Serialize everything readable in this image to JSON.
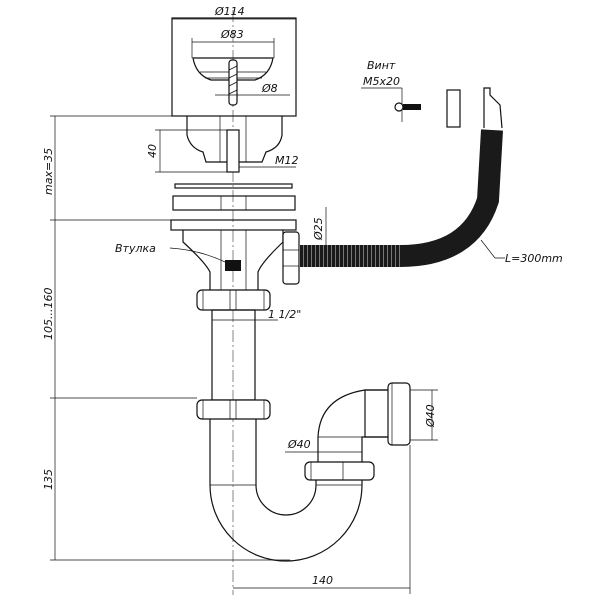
{
  "labels": {
    "d114": "Ø114",
    "d83": "Ø83",
    "d8": "Ø8",
    "screw_title": "Винт",
    "screw_size": "M5x20",
    "d40_nut": "40",
    "m12": "M12",
    "d25": "Ø25",
    "hose_length": "L=300mm",
    "bushing": "Втулка",
    "thread": "1 1/2\"",
    "max35": "max=35",
    "range": "105...160",
    "h135": "135",
    "d40_outlet": "Ø40",
    "d40_trap": "Ø40",
    "w140": "140"
  },
  "colors": {
    "line": "#111111",
    "hose": "#1a1a1a"
  }
}
